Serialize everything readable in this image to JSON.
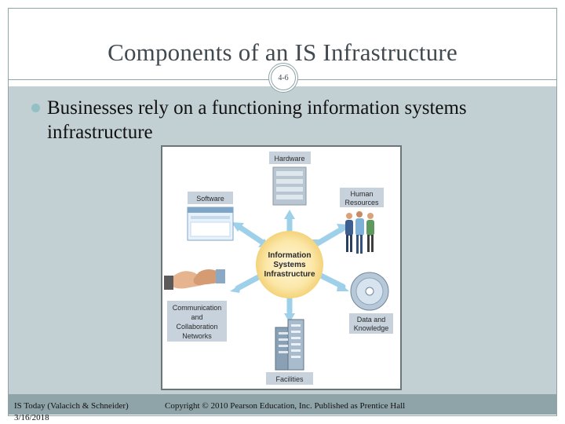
{
  "slide": {
    "title": "Components of an IS Infrastructure",
    "page_number": "4-6",
    "bullet": "Businesses rely on a functioning information systems infrastructure"
  },
  "diagram": {
    "center": [
      "Information",
      "Systems",
      "Infrastructure"
    ],
    "components": {
      "hardware": [
        "Hardware"
      ],
      "software": [
        "Software"
      ],
      "human_resources": [
        "Human",
        "Resources"
      ],
      "networks": [
        "Communication",
        "and",
        "Collaboration",
        "Networks"
      ],
      "data": [
        "Data and",
        "Knowledge"
      ],
      "facilities": [
        "Facilities"
      ]
    }
  },
  "footer": {
    "source": "IS Today (Valacich & Schneider)",
    "date": "3/16/2018",
    "copyright": "Copyright © 2010 Pearson Education, Inc. Published as Prentice Hall"
  }
}
